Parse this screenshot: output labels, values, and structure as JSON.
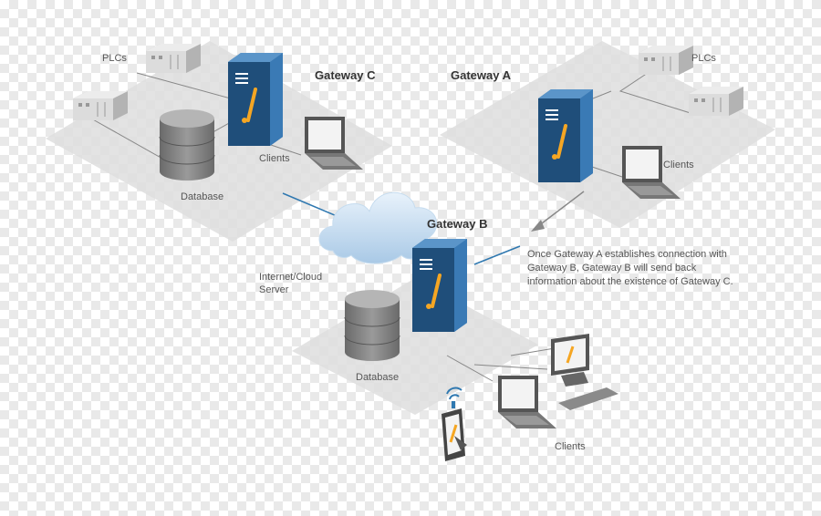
{
  "labels": {
    "gateway_c": "Gateway C",
    "gateway_a": "Gateway A",
    "gateway_b": "Gateway B",
    "plcs_left": "PLCs",
    "plcs_right": "PLCs",
    "clients_c": "Clients",
    "clients_a": "Clients",
    "clients_b": "Clients",
    "database_c": "Database",
    "database_b": "Database",
    "cloud_line1": "Internet/Cloud",
    "cloud_line2": "Server"
  },
  "note": {
    "line1": "Once Gateway A establishes connection with",
    "line2": "Gateway B, Gateway B will send back",
    "line3": "information about the existence of Gateway C."
  },
  "colors": {
    "server_front": "#1f4e7a",
    "server_side": "#2d6aa0",
    "accent": "#f5a623",
    "platform": "#dedede",
    "link": "#2f78b0"
  },
  "icons": [
    "server-icon",
    "database-icon",
    "laptop-icon",
    "plc-icon",
    "cloud-icon",
    "desktop-icon",
    "tablet-icon",
    "wifi-icon"
  ]
}
